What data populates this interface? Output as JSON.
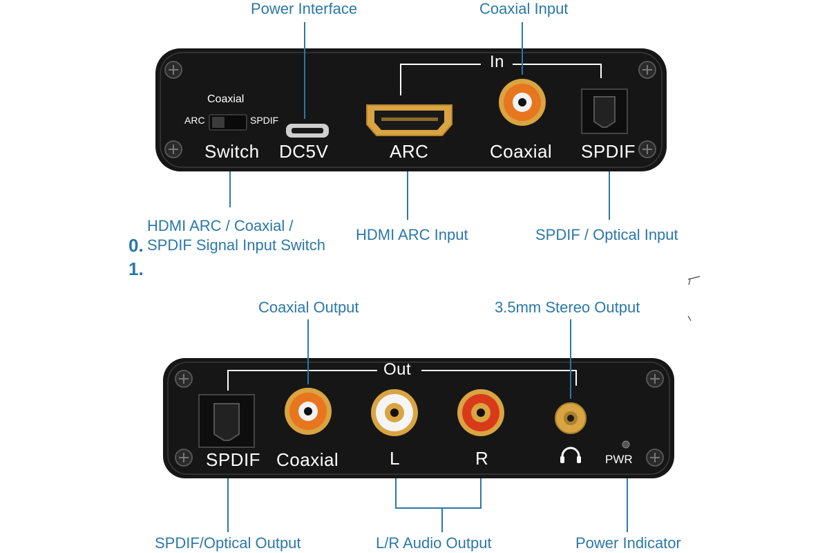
{
  "top_panel": {
    "switch_title": "Coaxial",
    "switch_left": "ARC",
    "switch_right": "SPDIF",
    "switch_label": "Switch",
    "dc_label": "DC5V",
    "in_label": "In",
    "arc_label": "ARC",
    "coaxial_label": "Coaxial",
    "spdif_label": "SPDIF"
  },
  "bottom_panel": {
    "out_label": "Out",
    "spdif_label": "SPDIF",
    "coaxial_label": "Coaxial",
    "left_label": "L",
    "right_label": "R",
    "pwr_label": "PWR"
  },
  "callouts": {
    "power_interface": "Power Interface",
    "coaxial_input": "Coaxial Input",
    "switch_line1": "HDMI ARC / Coaxial /",
    "switch_line2": "SPDIF Signal Input Switch",
    "hdmi_arc_input": "HDMI ARC Input",
    "spdif_optical_input": "SPDIF / Optical Input",
    "coaxial_output": "Coaxial Output",
    "stereo_output": "3.5mm Stereo Output",
    "spdif_optical_output": "SPDIF/Optical Output",
    "lr_audio_output": "L/R Audio Output",
    "power_indicator": "Power Indicator"
  },
  "markers": {
    "m0": "0.",
    "m1": "1."
  },
  "colors": {
    "callout": "#2a78a8",
    "panel": "#141414",
    "rca_orange": "#e8761e",
    "gold": "#d9a441"
  }
}
